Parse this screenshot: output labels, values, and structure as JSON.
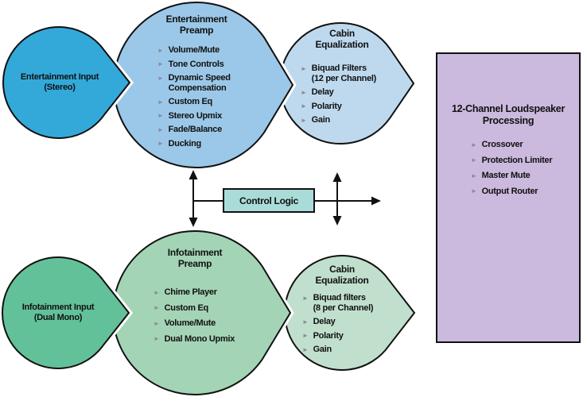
{
  "icons": {
    "bullet": "►",
    "car": "car-top-view-with-sound-waves-icon"
  },
  "colors": {
    "input_blue": "#33a9da",
    "preamp_blue": "#9bc8e8",
    "cabin_blue": "#bed9ee",
    "control_teal": "#a9dcd8",
    "input_green": "#63c199",
    "preamp_green": "#a3d4b5",
    "cabin_green": "#c0e0cd",
    "panel_purple": "#cbb9de",
    "bullet_gray": "#8b8b99",
    "outline": "#111111"
  },
  "entertainment": {
    "input": {
      "title": "Entertainment Input",
      "subtitle": "(Stereo)"
    },
    "preamp": {
      "title": "Entertainment\nPreamp",
      "items": [
        "Volume/Mute",
        "Tone Controls",
        "Dynamic Speed\nCompensation",
        "Custom Eq",
        "Stereo Upmix",
        "Fade/Balance",
        "Ducking"
      ]
    },
    "cabin_eq": {
      "title": "Cabin\nEqualization",
      "items": [
        "Biquad Filters\n(12 per Channel)",
        "Delay",
        "Polarity",
        "Gain"
      ]
    }
  },
  "control_logic": {
    "label": "Control Logic"
  },
  "infotainment": {
    "input": {
      "title": "Infotainment Input",
      "subtitle": "(Dual Mono)"
    },
    "preamp": {
      "title": "Infotainment\nPreamp",
      "items": [
        "Chime Player",
        "Custom Eq",
        "Volume/Mute",
        "Dual Mono Upmix"
      ]
    },
    "cabin_eq": {
      "title": "Cabin\nEqualization",
      "items": [
        "Biquad filters\n(8 per Channel)",
        "Delay",
        "Polarity",
        "Gain"
      ]
    }
  },
  "loudspeaker": {
    "title": "12-Channel Loudspeaker\nProcessing",
    "items": [
      "Crossover",
      "Protection Limiter",
      "Master Mute",
      "Output Router"
    ]
  }
}
